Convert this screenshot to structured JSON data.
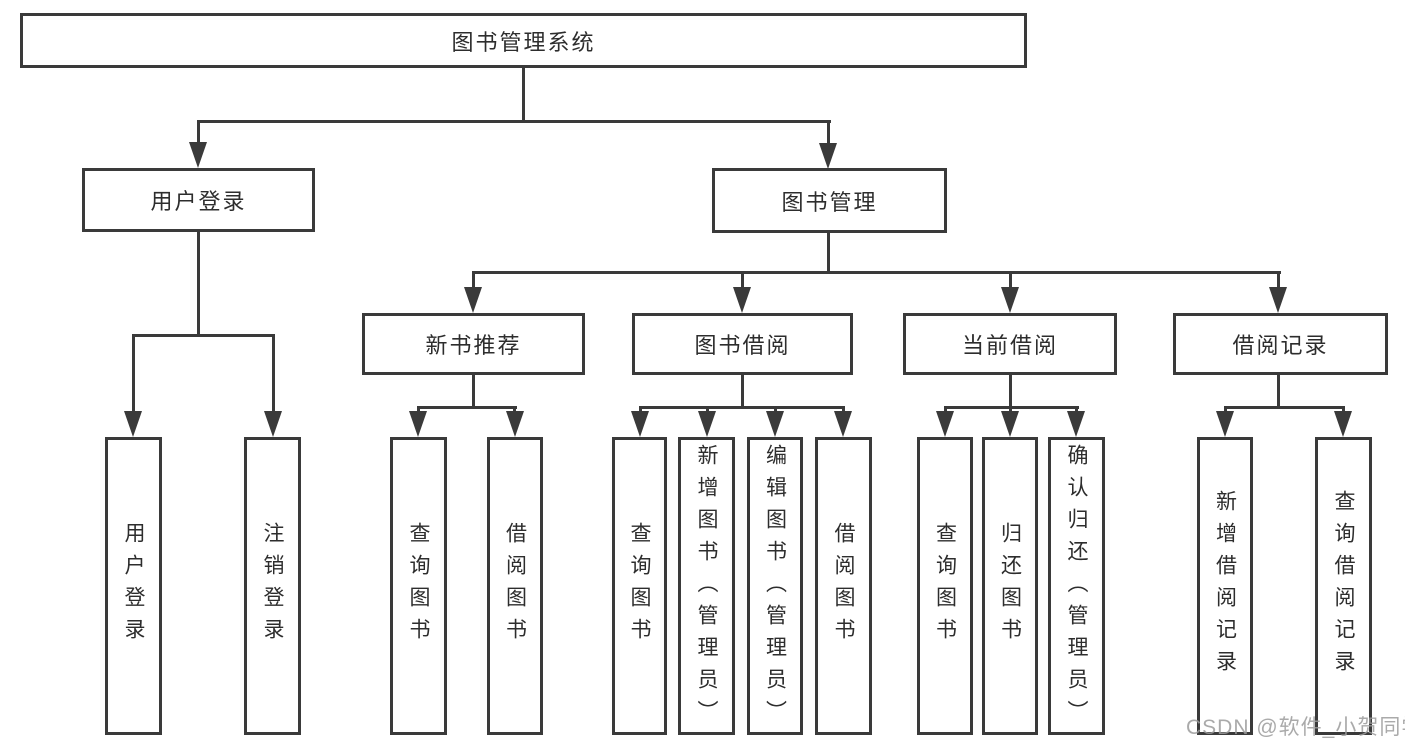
{
  "diagram_type": "hierarchy",
  "tree": {
    "label": "图书管理系统",
    "children": [
      {
        "label": "用户登录",
        "children": [
          {
            "label": "用户登录"
          },
          {
            "label": "注销登录"
          }
        ]
      },
      {
        "label": "图书管理",
        "children": [
          {
            "label": "新书推荐",
            "children": [
              {
                "label": "查询图书"
              },
              {
                "label": "借阅图书"
              }
            ]
          },
          {
            "label": "图书借阅",
            "children": [
              {
                "label": "查询图书"
              },
              {
                "label": "新增图书（管理员）"
              },
              {
                "label": "编辑图书（管理员）"
              },
              {
                "label": "借阅图书"
              }
            ]
          },
          {
            "label": "当前借阅",
            "children": [
              {
                "label": "查询图书"
              },
              {
                "label": "归还图书"
              },
              {
                "label": "确认归还（管理员）"
              }
            ]
          },
          {
            "label": "借阅记录",
            "children": [
              {
                "label": "新增借阅记录"
              },
              {
                "label": "查询借阅记录"
              }
            ]
          }
        ]
      }
    ]
  },
  "watermark": {
    "text": "CSDN @软件_小贺同学"
  },
  "colors": {
    "line": "#3a3a3a",
    "border": "#3a3a3a",
    "text": "#2d2d2d",
    "background": "#ffffff",
    "watermark": "#9c9c9c"
  }
}
